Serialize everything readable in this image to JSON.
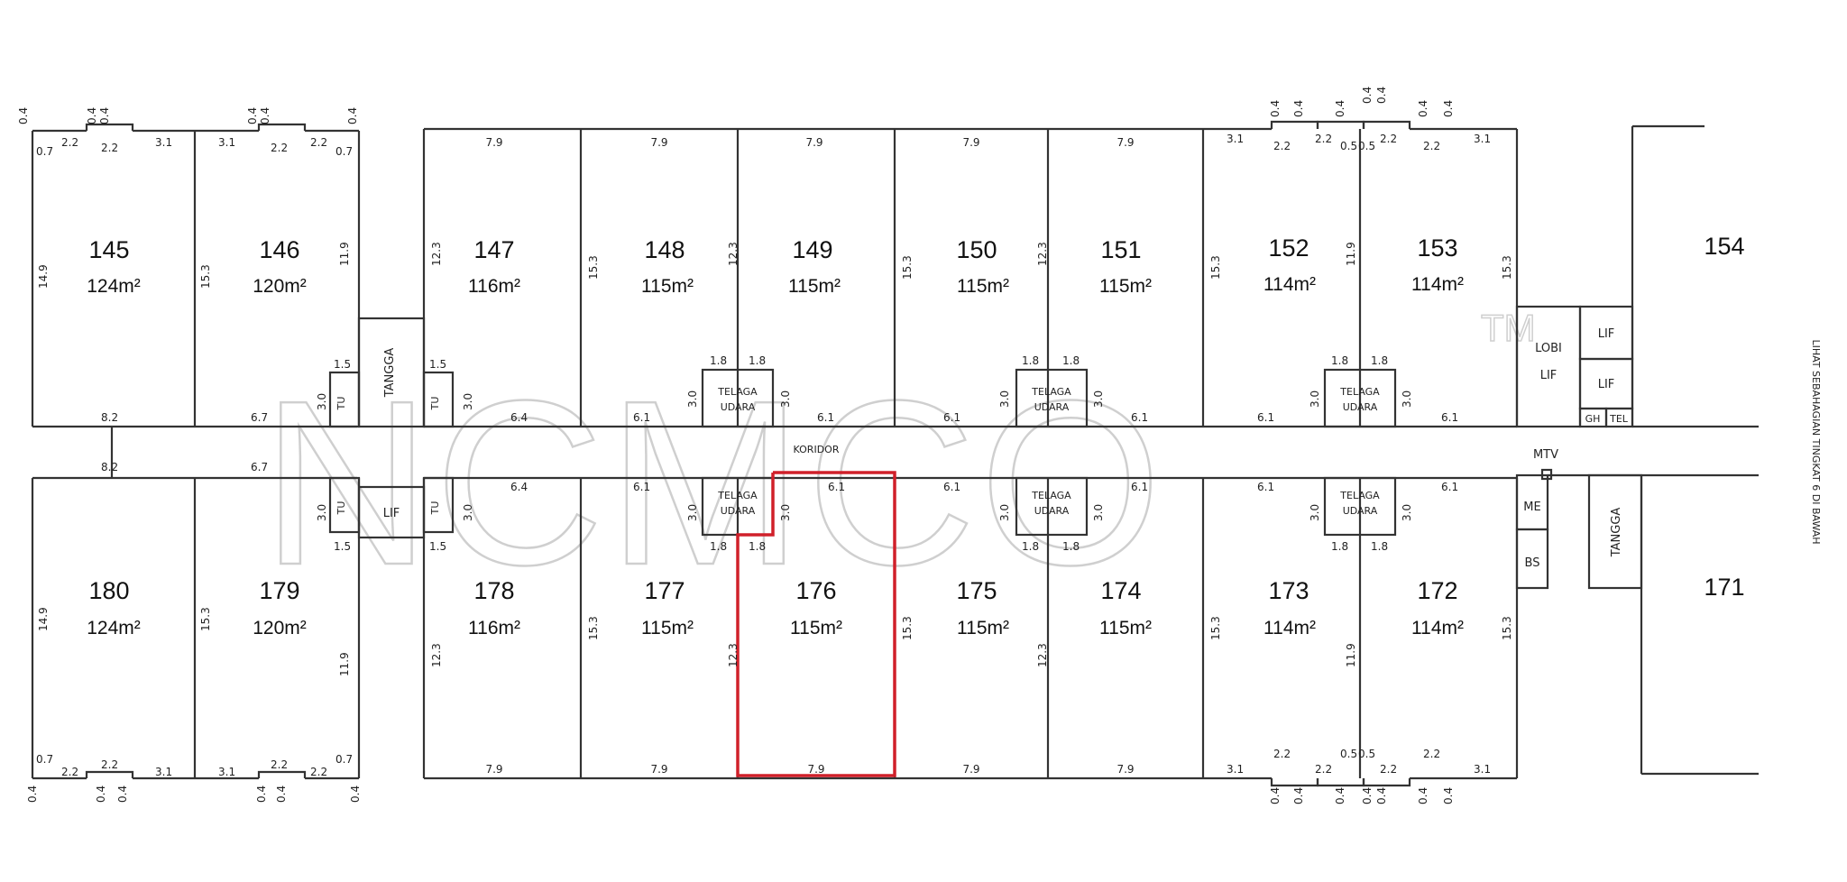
{
  "units": [
    {
      "id": "145",
      "area": "124m²"
    },
    {
      "id": "146",
      "area": "120m²"
    },
    {
      "id": "147",
      "area": "116m²"
    },
    {
      "id": "148",
      "area": "115m²"
    },
    {
      "id": "149",
      "area": "115m²"
    },
    {
      "id": "150",
      "area": "115m²"
    },
    {
      "id": "151",
      "area": "115m²"
    },
    {
      "id": "152",
      "area": "114m²"
    },
    {
      "id": "153",
      "area": "114m²"
    },
    {
      "id": "154",
      "area": ""
    },
    {
      "id": "180",
      "area": "124m²"
    },
    {
      "id": "179",
      "area": "120m²"
    },
    {
      "id": "178",
      "area": "116m²"
    },
    {
      "id": "177",
      "area": "115m²"
    },
    {
      "id": "176",
      "area": "115m²"
    },
    {
      "id": "175",
      "area": "115m²"
    },
    {
      "id": "174",
      "area": "115m²"
    },
    {
      "id": "173",
      "area": "114m²"
    },
    {
      "id": "172",
      "area": "114m²"
    },
    {
      "id": "171",
      "area": ""
    }
  ],
  "labels": {
    "koridor": "KORIDOR",
    "tangga": "TANGGA",
    "lif": "LIF",
    "tu": "TU",
    "telaga": "TELAGA",
    "udara": "UDARA",
    "lobi": "LOBI",
    "lobi_lif": "LIF",
    "gh": "GH",
    "tel": "TEL",
    "mtv": "MTV",
    "me": "ME",
    "bs": "BS",
    "side_note": "LIHAT SEBAHAGIAN TINGKAT 6 DI BAWAH",
    "watermark": "NCMCO",
    "tm": "TM"
  },
  "dims": [
    "0.4",
    "0.7",
    "2.2",
    "3.1",
    "14.9",
    "15.3",
    "11.9",
    "12.3",
    "8.2",
    "6.7",
    "1.5",
    "3.0",
    "1.8",
    "6.4",
    "6.1",
    "7.9",
    "0.5"
  ],
  "highlight": {
    "unit": "176",
    "color": "#d0202a"
  },
  "colors": {
    "line": "#333333",
    "highlight": "#d0202a",
    "watermark": "#cfcfcf"
  }
}
